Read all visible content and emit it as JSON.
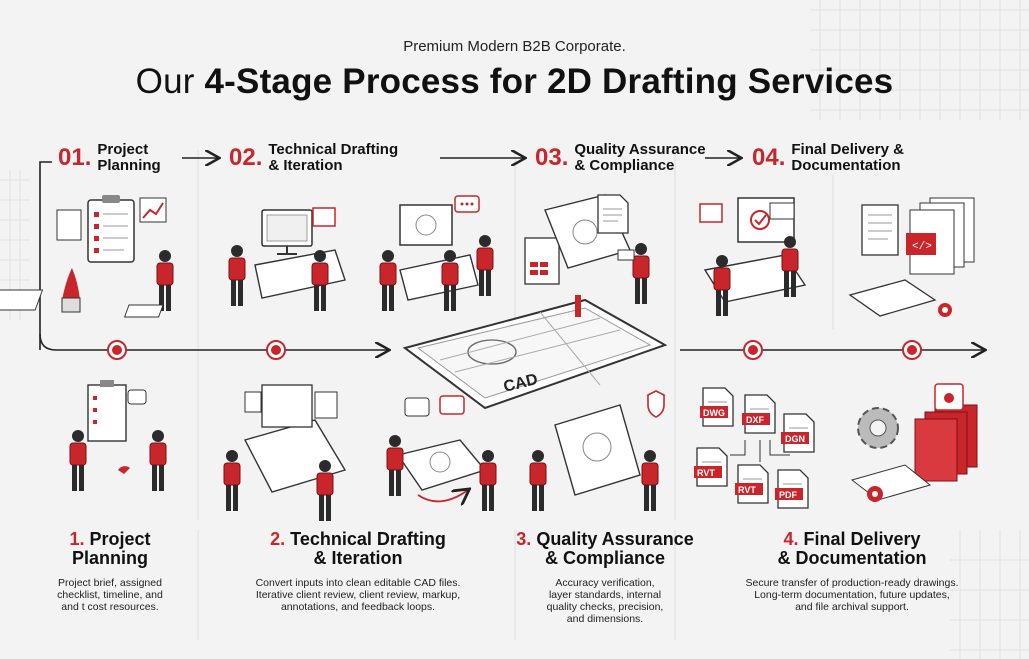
{
  "header": {
    "tagline": "Premium Modern B2B Corporate.",
    "title_prefix": "Our ",
    "title_bold": "4-Stage Process for 2D Drafting Services"
  },
  "top_stages": [
    {
      "num": "01.",
      "label_line1": "Project",
      "label_line2": "Planning"
    },
    {
      "num": "02.",
      "label_line1": "Technical Drafting",
      "label_line2": "& Iteration"
    },
    {
      "num": "03.",
      "label_line1": "Quality Assurance",
      "label_line2": "& Compliance"
    },
    {
      "num": "04.",
      "label_line1": "Final Delivery &",
      "label_line2": "Documentation"
    }
  ],
  "bottom_stages": [
    {
      "num": "1.",
      "title_line1": "Project",
      "title_line2": "Planning",
      "desc": [
        "Project brief, assigned",
        "checklist, timeline, and",
        "and t cost resources."
      ]
    },
    {
      "num": "2.",
      "title_line1": "Technical Drafting",
      "title_line2": "& Iteration",
      "desc": [
        "Convert inputs into clean editable CAD files.",
        "Iterative client review, client review, markup,",
        "annotations, and feedback loops."
      ]
    },
    {
      "num": "3.",
      "title_line1": "Quality Assurance",
      "title_line2": "& Compliance",
      "desc": [
        "Accuracy verification,",
        "layer standards, internal",
        "quality checks, precision,",
        "and dimensions."
      ]
    },
    {
      "num": "4.",
      "title_line1": "Final Delivery",
      "title_line2": "& Documentation",
      "desc": [
        "Secure transfer of production-ready drawings.",
        "Long-term documentation,  future updates,",
        "and file archival support."
      ]
    }
  ],
  "center_plate": {
    "label": "CAD"
  },
  "file_formats": [
    "DWG",
    "DXF",
    "DGN",
    "RVT",
    "RVT",
    "PDF"
  ],
  "colors": {
    "accent": "#c8262b",
    "ink": "#111111",
    "background": "#f3f3f3",
    "line": "#333333"
  }
}
